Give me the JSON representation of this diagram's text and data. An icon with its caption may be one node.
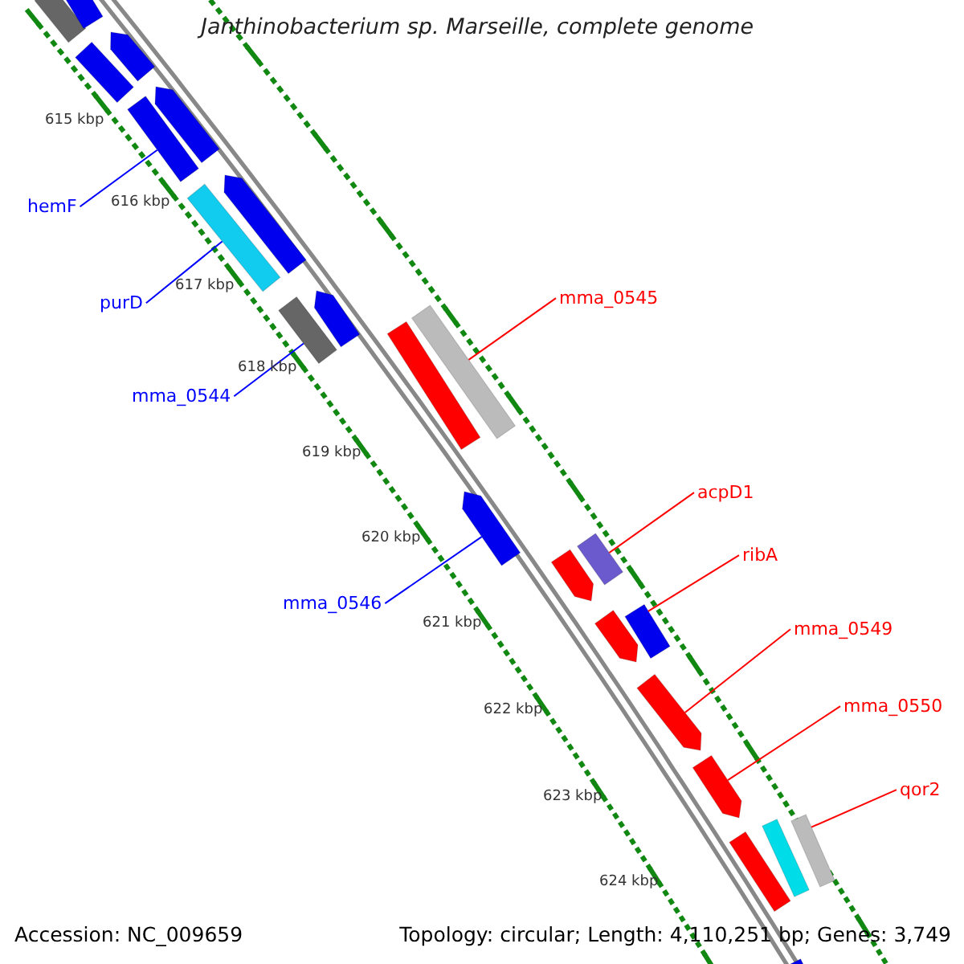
{
  "diagram": {
    "title": "Janthinobacterium sp. Marseille, complete genome",
    "nodes": [
      {
        "text": [
          "hemF"
        ]
      },
      {
        "text": [
          "purD"
        ]
      },
      {
        "text": [
          "mma_0544"
        ]
      },
      {
        "text": [
          "mma_0545"
        ]
      },
      {
        "text": [
          "mma_0546"
        ]
      },
      {
        "text": [
          "acpD1"
        ]
      },
      {
        "text": [
          "ribA"
        ]
      },
      {
        "text": [
          "mma_0549"
        ]
      },
      {
        "text": [
          "mma_0550"
        ]
      },
      {
        "text": [
          "qor2"
        ]
      },
      {
        "text": [],
        "shape": "bar"
      },
      {
        "text": [],
        "shape": "bar"
      },
      {
        "text": [],
        "shape": "arrow"
      },
      {
        "text": [],
        "shape": "bar"
      },
      {
        "text": [],
        "shape": "bar"
      },
      {
        "text": [],
        "shape": "arrow"
      },
      {
        "text": [],
        "shape": "bar"
      },
      {
        "text": [],
        "shape": "arrow"
      },
      {
        "text": [],
        "shape": "bar"
      },
      {
        "text": [],
        "shape": "arrow"
      },
      {
        "text": [],
        "shape": "bar"
      },
      {
        "text": [],
        "shape": "bar"
      },
      {
        "text": [],
        "shape": "arrow"
      },
      {
        "text": [],
        "shape": "arrow"
      },
      {
        "text": [],
        "shape": "bar"
      },
      {
        "text": [],
        "shape": "arrow"
      },
      {
        "text": [],
        "shape": "bar"
      },
      {
        "text": [],
        "shape": "arrow"
      },
      {
        "text": [],
        "shape": "arrow"
      },
      {
        "text": [],
        "shape": "bar"
      },
      {
        "text": [],
        "shape": "bar"
      },
      {
        "text": [],
        "shape": "bar"
      },
      {
        "text": [],
        "shape": "bar"
      }
    ],
    "edges": [
      {
        "from": 0,
        "to": 14,
        "arrow": "none",
        "color": "#0000ff"
      },
      {
        "from": 1,
        "to": 16,
        "arrow": "none",
        "color": "#0000ff"
      },
      {
        "from": 2,
        "to": 18,
        "arrow": "none",
        "color": "#0000ff"
      },
      {
        "from": 3,
        "to": 21,
        "arrow": "none"
      },
      {
        "from": 4,
        "to": 22,
        "arrow": "none",
        "color": "#0000ff"
      },
      {
        "from": 5,
        "to": 24,
        "arrow": "none"
      },
      {
        "from": 6,
        "to": 26,
        "arrow": "none"
      },
      {
        "from": 7,
        "to": 27,
        "arrow": "none"
      },
      {
        "from": 8,
        "to": 28,
        "arrow": "none"
      },
      {
        "from": 9,
        "to": 31,
        "arrow": "none"
      }
    ],
    "labels": [
      "615 kbp",
      "616 kbp",
      "617 kbp",
      "618 kbp",
      "619 kbp",
      "620 kbp",
      "621 kbp",
      "622 kbp",
      "623 kbp",
      "624 kbp",
      "Accession: NC_009659",
      "Topology: circular; Length: 4,110,251 bp; Genes: 3,749"
    ]
  }
}
